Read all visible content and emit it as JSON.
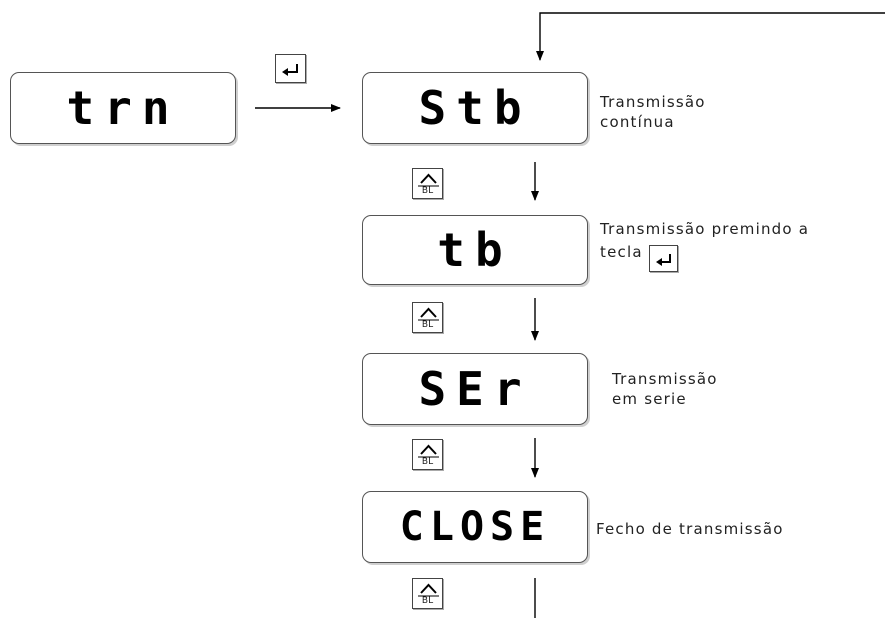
{
  "keys": {
    "enter_icon": "enter-key-icon",
    "up_icon": "up-arrow-key-icon",
    "up_label": "BL"
  },
  "menu": {
    "entry": {
      "display": "trn"
    },
    "options": [
      {
        "display": "Stb",
        "description_line1": "Transmissão",
        "description_line2": "contínua"
      },
      {
        "display": "tb",
        "description_line1": "Transmissão premindo a",
        "description_line2": "tecla"
      },
      {
        "display": "SEr",
        "description_line1": "Transmissão",
        "description_line2": "em serie"
      },
      {
        "display": "CLOSE",
        "description_line1": "Fecho de transmissão"
      }
    ]
  }
}
